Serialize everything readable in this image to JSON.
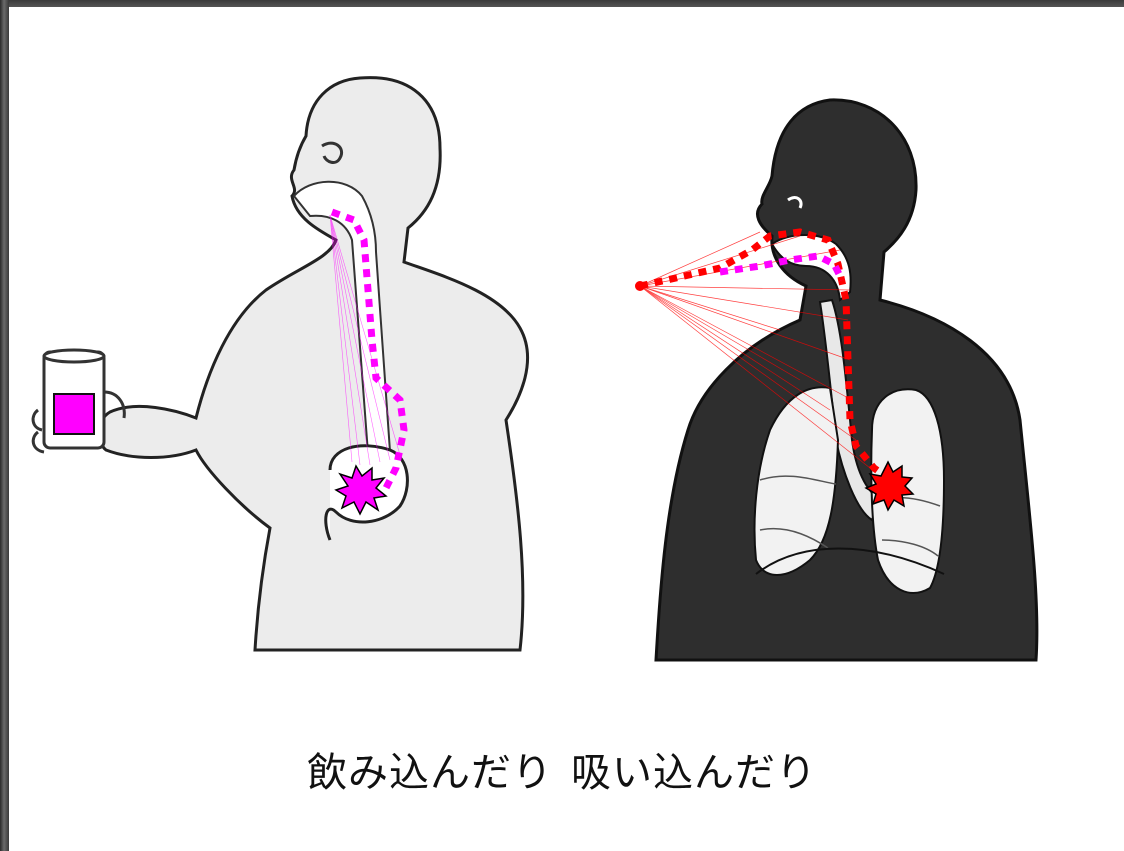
{
  "caption": {
    "left_text": "飲み込んだり",
    "right_text": "吸い込んだり"
  },
  "colors": {
    "left_body_fill": "#ececec",
    "right_body_fill": "#2e2e2e",
    "swallow_path": "#ff00ff",
    "inhale_path": "#ff0000",
    "frame": "#4a4a4a"
  },
  "icons": {
    "left_source": "magenta-square-in-glass",
    "left_target": "magenta-starburst-in-stomach",
    "right_source": "red-point-in-air",
    "right_target": "red-starburst-in-lung"
  }
}
